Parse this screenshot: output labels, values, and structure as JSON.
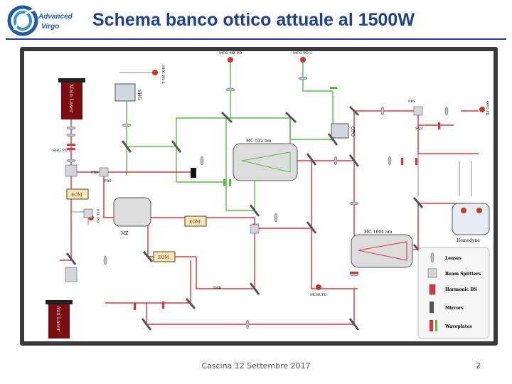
{
  "header": {
    "title": "Schema banco ottico attuale al 1500W",
    "logo_line1": "Advanced",
    "logo_line2": "Virgo"
  },
  "footer": {
    "text": "Cascina 12 Settembre 2017",
    "page": "2"
  },
  "colors": {
    "title": "#1e3f94",
    "red_beam": "#d8363b",
    "green_beam": "#5fb84d",
    "background_frame": "#3a3a3a"
  },
  "diagram": {
    "labels": {
      "main_laser": "Main Laser",
      "aux_laser": "Aux Laser",
      "shg": "SHG",
      "shg_pd1": "SHG PD 1",
      "shg_pd2": "SHG PD 2",
      "mcg_mz_pd": "MCG MZ PD",
      "mcg_pd1": "MCG PD 1",
      "opo": "OPO",
      "mc532": "MC 532 nm",
      "mc1064": "MC 1064 nm",
      "eom1": "EOM",
      "eom2": "EOM",
      "eom3": "EOM",
      "pbs1": "PBS",
      "pbs2": "PBS",
      "pbs3": "PBS",
      "pbs4": "PBS",
      "mz": "MZ",
      "pll_pd": "PLL PD",
      "opo_pd": "OPO PD",
      "sqz": "SQZ",
      "homodyne": "Homodyne",
      "bab": "BAB",
      "mcir_pd": "MCIR PD"
    },
    "legend": [
      {
        "label": "Lenses",
        "icon": "lens-icon"
      },
      {
        "label": "Beam Splitters",
        "icon": "beam-splitter-icon"
      },
      {
        "label": "Harmonic BS",
        "icon": "harmonic-bs-icon"
      },
      {
        "label": "Mirrors",
        "icon": "mirror-icon"
      },
      {
        "label": "Waveplates",
        "icon": "waveplate-icon"
      }
    ]
  }
}
